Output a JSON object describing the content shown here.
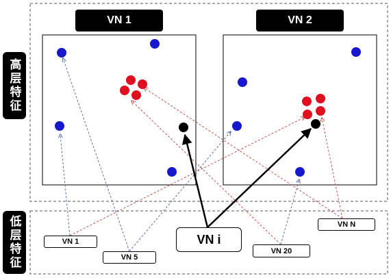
{
  "side_labels": {
    "high": "高层特征",
    "low": "低层特征"
  },
  "panels": [
    {
      "title": "VN 1"
    },
    {
      "title": "VN 2"
    }
  ],
  "labels": {
    "vn1": "VN 1",
    "vn5": "VN 5",
    "vni": "VN i",
    "vn20": "VN 20",
    "vnN": "VN N"
  },
  "colors": {
    "blue_point": "#1717cc",
    "red_point": "#e01020",
    "black_point": "#000000",
    "dashed_arrow_blue": "#4a5fa0",
    "dashed_arrow_red": "#c04040"
  }
}
